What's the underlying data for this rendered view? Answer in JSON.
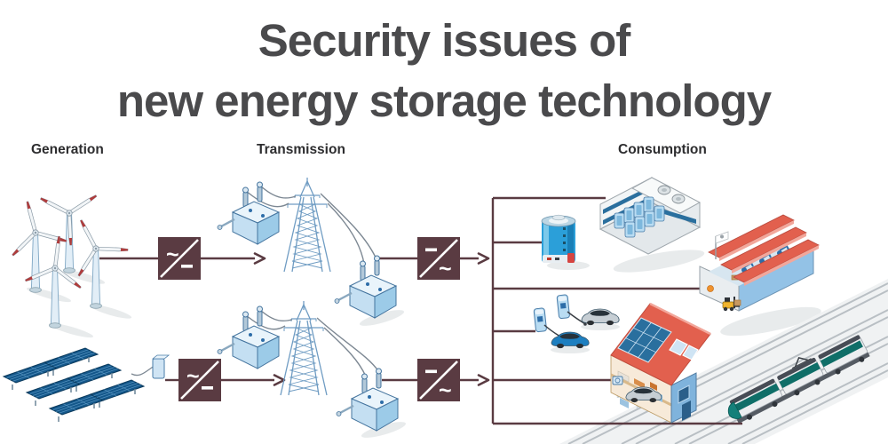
{
  "title": {
    "line1": "Security issues of",
    "line2": "new energy storage technology"
  },
  "sections": {
    "generation": {
      "label": "Generation"
    },
    "transmission": {
      "label": "Transmission"
    },
    "consumption": {
      "label": "Consumption"
    }
  },
  "symbols": {
    "ac": "~",
    "dc": "−"
  },
  "icons": {
    "wind-turbine-icon": "four turbines, white blades with red tips",
    "solar-panel-icon": "six dark-blue tilted PV strips",
    "ac-dc-converter-icon": "maroon box, ~ top-left, − bottom-right",
    "dc-ac-converter-icon": "maroon box, − top-left, ~ bottom-right",
    "transformer-icon": "light-blue isometric box with two bushings",
    "transmission-tower-icon": "light-blue lattice pylon",
    "battery-storage-icon": "blue cylinder cell with charge dots",
    "data-center-icon": "cutaway hall with server racks and roof fans",
    "factory-icon": "red sawtooth-roof plant with robots and forklift",
    "ev-charger-icon": "blue charging posts with cables",
    "electric-car-icon": "blue and silver cars",
    "smart-home-icon": "cutaway house with rooftop PV",
    "electric-train-icon": "teal tram on diagonal rails",
    "flow-arrow-icon": "maroon open chevron"
  },
  "colors": {
    "accent": "#5a3b42",
    "title_text": "#4a4a4c",
    "label_text": "#2d2d2f",
    "equipment_blue": "#8fc0e2",
    "equipment_outline": "#44749e",
    "pv_blue": "#14578a",
    "roof_red": "#e2604e",
    "battery_blue": "#2b9fd9",
    "train_teal": "#14807a",
    "wire_gray": "#7d8893"
  }
}
